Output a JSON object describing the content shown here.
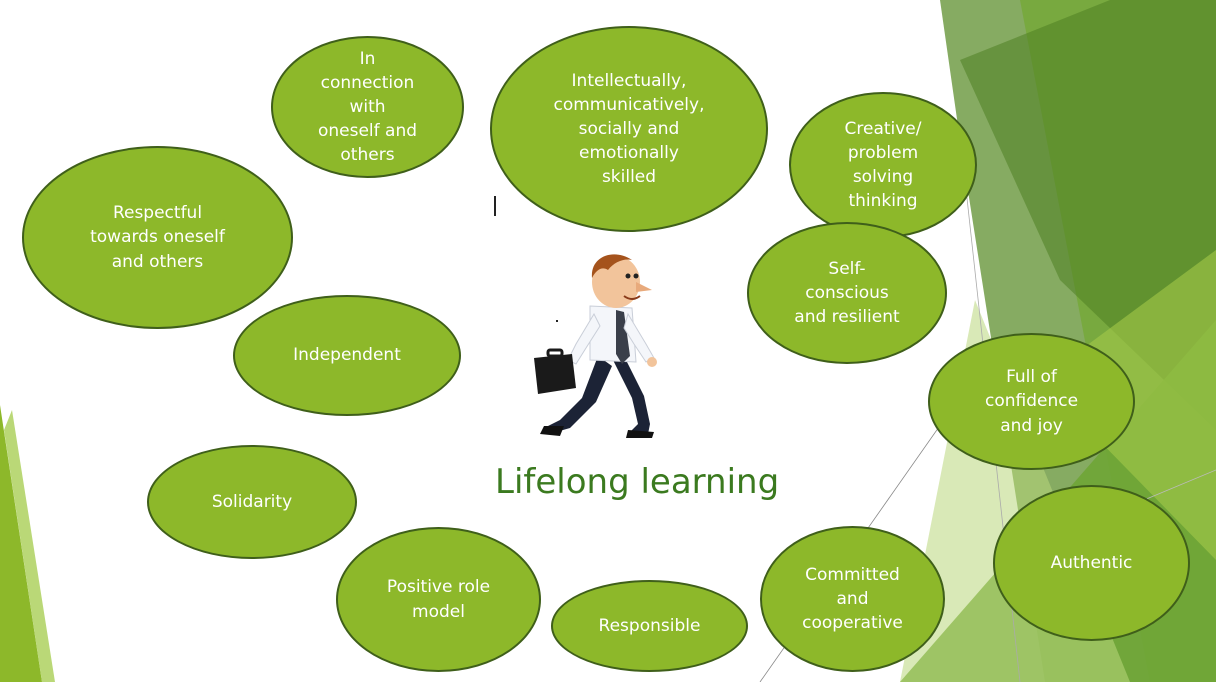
{
  "title": "Lifelong learning",
  "colors": {
    "bubble_fill": "#8db82a",
    "bubble_border": "#3f5f1a",
    "title_color": "#3b7a1f",
    "accent_dark": "#5e8f2d",
    "accent_light": "#a4c94a"
  },
  "illustration": "walking businessman with briefcase",
  "qualities": [
    "In\nconnection\nwith\noneself and\nothers",
    "Intellectually,\ncommunicatively,\nsocially and\nemotionally\nskilled",
    "Creative/\nproblem\nsolving\nthinking",
    "Respectful\ntowards oneself\nand others",
    "Self-\nconscious\nand resilient",
    "Independent",
    "Full of\nconfidence\nand joy",
    "Solidarity",
    "Authentic",
    "Positive role\nmodel",
    "Responsible",
    "Committed\nand\ncooperative"
  ]
}
